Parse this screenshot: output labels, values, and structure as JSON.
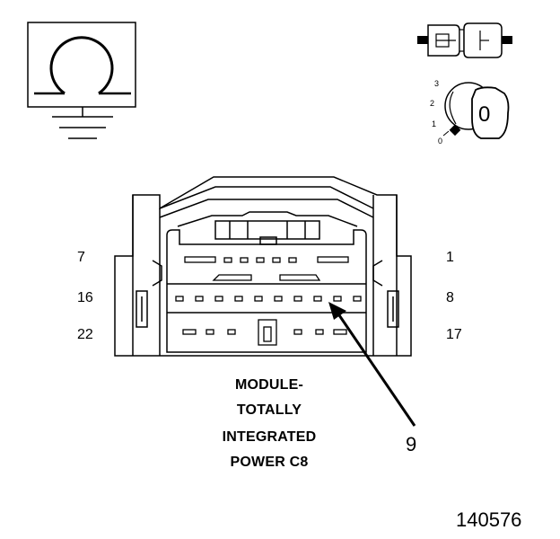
{
  "pins": {
    "row1_left": "7",
    "row1_right": "1",
    "row2_left": "16",
    "row2_right": "8",
    "row3_left": "22",
    "row3_right": "17"
  },
  "callout": "9",
  "caption": {
    "line1": "MODULE-",
    "line2": "TOTALLY",
    "line3": "INTEGRATED",
    "line4": "POWER C8"
  },
  "figure_number": "140576",
  "ignition_switch": {
    "positions": [
      "3",
      "2",
      "1",
      "0"
    ],
    "key_label": "0"
  },
  "icons": {
    "ground": "ohmmeter-ground-icon",
    "connector": "connector-disconnect-icon",
    "ignition": "ignition-key-icon"
  }
}
